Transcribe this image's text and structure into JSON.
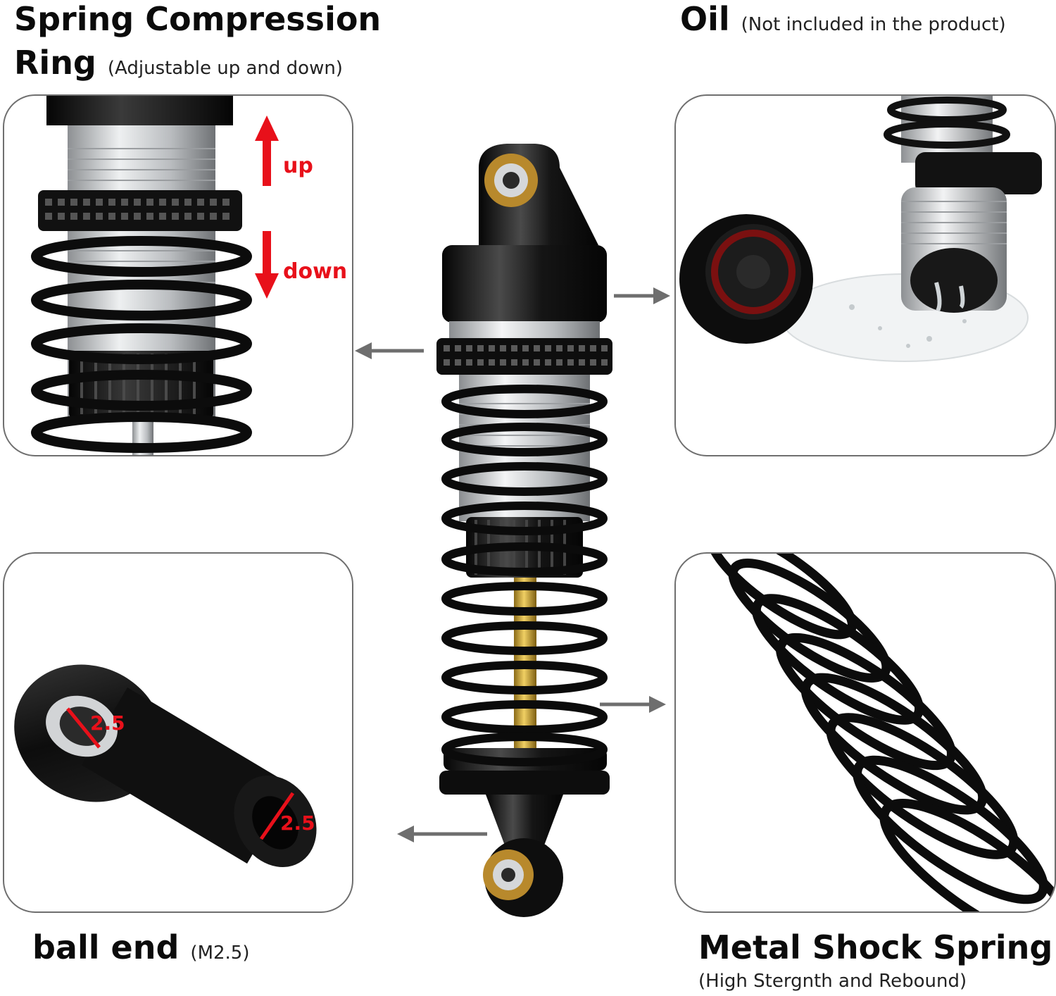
{
  "features": {
    "spring_ring": {
      "title_line1": "Spring Compression",
      "title_line2": "Ring",
      "note": "(Adjustable up and down)",
      "up_label": "up",
      "down_label": "down"
    },
    "oil": {
      "title": "Oil",
      "note": "(Not included in the product)"
    },
    "ball_end": {
      "title": "ball end",
      "note": "(M2.5)",
      "dim_hole": "2.5",
      "dim_thread": "2.5"
    },
    "spring": {
      "title": "Metal Shock Spring",
      "note": "(High Stergnth and Rebound)"
    }
  },
  "colors": {
    "arrow_red": "#e8101a",
    "pointer_gray": "#6e6e6e",
    "anodized_black": "#111111",
    "silver": "#c9cbcd",
    "gold_shaft": "#c9a233",
    "brass": "#b8892c"
  }
}
